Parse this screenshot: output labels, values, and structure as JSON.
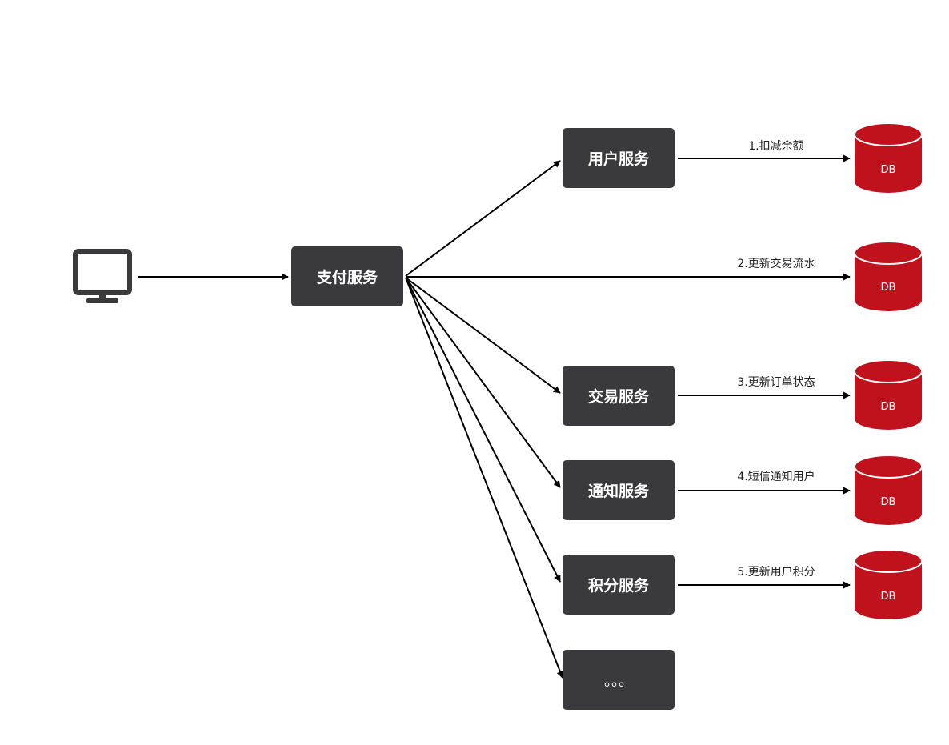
{
  "client": {
    "icon": "monitor-icon"
  },
  "gateway": {
    "label": "支付服务"
  },
  "services": {
    "user": {
      "label": "用户服务"
    },
    "trade": {
      "label": "交易服务"
    },
    "notify": {
      "label": "通知服务"
    },
    "points": {
      "label": "积分服务"
    },
    "more": {
      "label": "。。。"
    }
  },
  "edges": {
    "deduct": "1.扣减余额",
    "flow": "2.更新交易流水",
    "order": "3.更新订单状态",
    "sms": "4.短信通知用户",
    "points": "5.更新用户积分"
  },
  "databases": {
    "db1": "DB",
    "db2": "DB",
    "db3": "DB",
    "db4": "DB",
    "db5": "DB"
  },
  "colors": {
    "box": "#3a3a3c",
    "db": "#c0121c",
    "db_top": "#d21b25",
    "arrow": "#000000",
    "icon": "#3a3a3c"
  }
}
